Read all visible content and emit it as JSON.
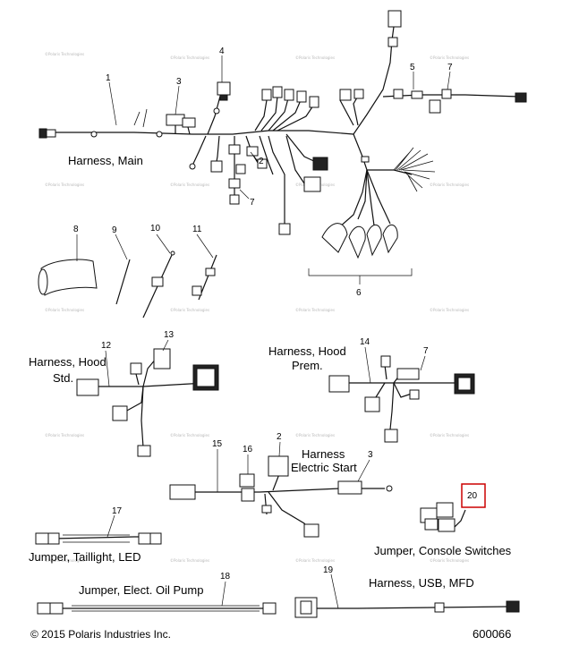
{
  "parts": {
    "p1": "1",
    "p2": "2",
    "p3": "3",
    "p4": "4",
    "p5": "5",
    "p6": "6",
    "p7": "7",
    "p8": "8",
    "p9": "9",
    "p10": "10",
    "p11": "11",
    "p12": "12",
    "p13": "13",
    "p14": "14",
    "p15": "15",
    "p16": "16",
    "p17": "17",
    "p18": "18",
    "p19": "19",
    "p20": "20"
  },
  "labels": {
    "harness_main": "Harness, Main",
    "harness_hood_std_1": "Harness, Hood",
    "harness_hood_std_2": "Std.",
    "harness_hood_prem_1": "Harness, Hood",
    "harness_hood_prem_2": "Prem.",
    "harness_electric_start_1": "Harness",
    "harness_electric_start_2": "Electric Start",
    "jumper_taillight": "Jumper, Taillight, LED",
    "jumper_console": "Jumper, Console Switches",
    "jumper_oil_pump": "Jumper, Elect. Oil Pump",
    "harness_usb": "Harness, USB, MFD"
  },
  "footer": {
    "copyright": "© 2015 Polaris Industries Inc.",
    "diagram_number": "600066"
  },
  "watermark": "©Polaris Technologies",
  "colors": {
    "highlight_box": "#cc0000",
    "line": "#111111"
  }
}
